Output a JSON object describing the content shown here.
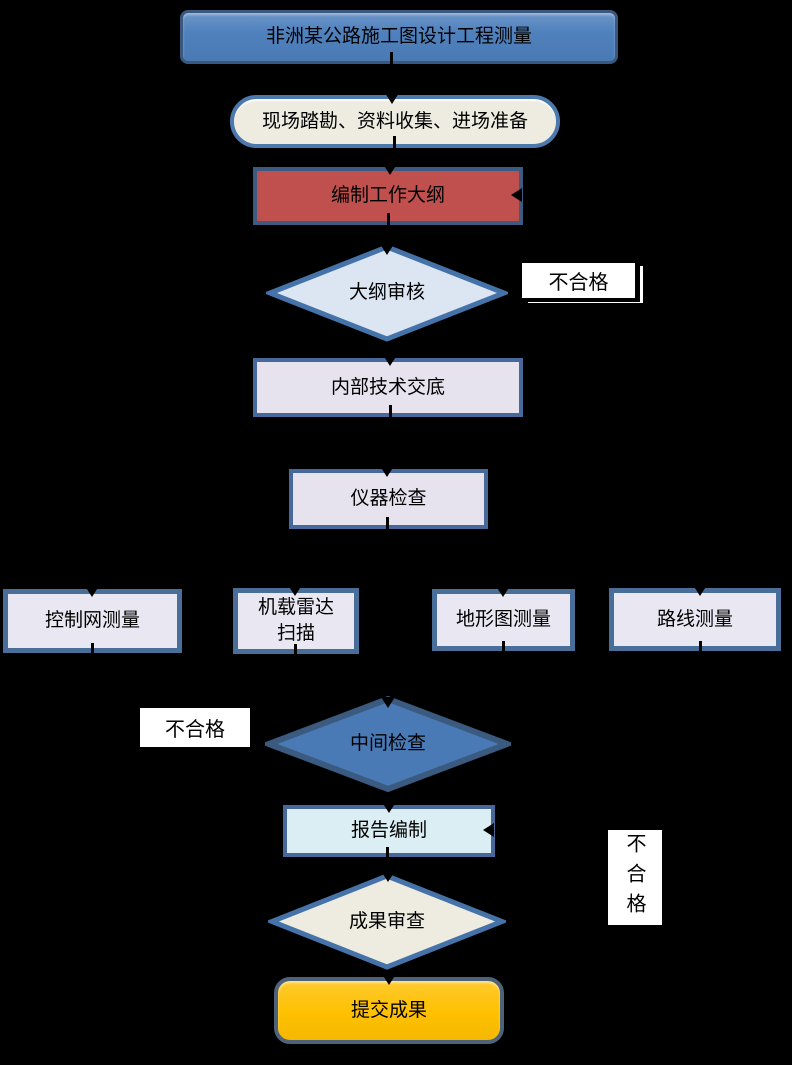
{
  "diagram_title": "非洲某公路施工图设计工程测量",
  "nodes": {
    "project": {
      "label": "非洲某公路施工图设计工程测量",
      "shape": "rounded-rectangle",
      "fill": "#4f81bd"
    },
    "site_prep": {
      "label": "现场踏勘、资料收集、进场准备",
      "shape": "stadium",
      "fill": "#eeece1"
    },
    "work_outline": {
      "label": "编制工作大纲",
      "shape": "rectangle",
      "fill": "#c0504d"
    },
    "outline_review": {
      "label": "大纲审核",
      "shape": "diamond",
      "fill": "#dce6f2"
    },
    "tech_briefing": {
      "label": "内部技术交底",
      "shape": "rectangle",
      "fill": "#e6e2ee"
    },
    "instrument_check": {
      "label": "仪器检查",
      "shape": "rectangle",
      "fill": "#e6e2ee"
    },
    "control_network_survey": {
      "label": "控制网测量",
      "shape": "rectangle",
      "fill": "#e9e7f1"
    },
    "airborne_lidar_scan": {
      "label": "机载雷达扫描",
      "lines": [
        "机载雷达",
        "扫描"
      ],
      "shape": "rectangle",
      "fill": "#e9e7f1"
    },
    "topographic_survey": {
      "label": "地形图测量",
      "shape": "rectangle",
      "fill": "#e9e7f1"
    },
    "route_survey": {
      "label": "路线测量",
      "shape": "rectangle",
      "fill": "#e9e7f1"
    },
    "intermediate_check": {
      "label": "中间检查",
      "shape": "diamond",
      "fill": "#4a7ab5"
    },
    "report_compilation": {
      "label": "报告编制",
      "shape": "rectangle",
      "fill": "#daeef3"
    },
    "results_review": {
      "label": "成果审查",
      "shape": "diamond",
      "fill": "#eeece1"
    },
    "submit_results": {
      "label": "提交成果",
      "shape": "rounded-rectangle",
      "fill": "#ffc000"
    }
  },
  "edge_labels": {
    "outline_review_fail": "不合格",
    "intermediate_check_fail": "不合格",
    "results_review_fail": "不合格"
  },
  "edges": [
    {
      "from": "project",
      "to": "site_prep"
    },
    {
      "from": "site_prep",
      "to": "work_outline"
    },
    {
      "from": "work_outline",
      "to": "outline_review"
    },
    {
      "from": "outline_review",
      "to": "work_outline",
      "label": "不合格"
    },
    {
      "from": "outline_review",
      "to": "tech_briefing"
    },
    {
      "from": "tech_briefing",
      "to": "instrument_check"
    },
    {
      "from": "instrument_check",
      "to": "control_network_survey"
    },
    {
      "from": "instrument_check",
      "to": "airborne_lidar_scan"
    },
    {
      "from": "instrument_check",
      "to": "topographic_survey"
    },
    {
      "from": "instrument_check",
      "to": "route_survey"
    },
    {
      "from": "control_network_survey",
      "to": "intermediate_check"
    },
    {
      "from": "airborne_lidar_scan",
      "to": "intermediate_check"
    },
    {
      "from": "topographic_survey",
      "to": "intermediate_check"
    },
    {
      "from": "route_survey",
      "to": "intermediate_check"
    },
    {
      "from": "intermediate_check",
      "to": "report_compilation"
    },
    {
      "from": "report_compilation",
      "to": "results_review"
    },
    {
      "from": "results_review",
      "to": "report_compilation",
      "label": "不合格"
    },
    {
      "from": "results_review",
      "to": "submit_results"
    }
  ],
  "colors": {
    "background": "#000000",
    "node_blue": "#4f81bd",
    "node_red": "#c0504d",
    "node_cream": "#eeece1",
    "node_lavender": "#e6e2ee",
    "node_light_blue": "#dce6f2",
    "node_pale_cyan": "#daeef3",
    "node_amber": "#fec000",
    "border_steel_blue": "#46689b",
    "edge_label_bg": "#ffffff",
    "text": "#000000"
  }
}
